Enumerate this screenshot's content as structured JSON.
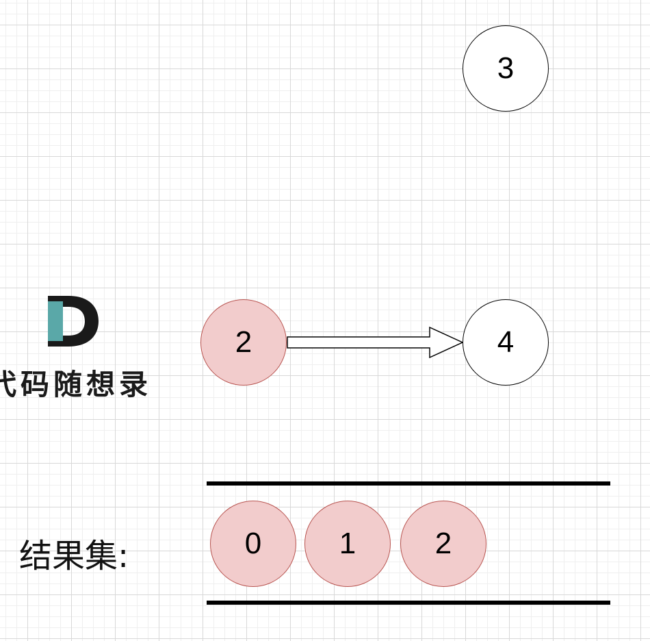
{
  "graph": {
    "nodes": [
      {
        "id": "node-3",
        "label": "3",
        "state": "unvisited"
      },
      {
        "id": "node-4",
        "label": "4",
        "state": "unvisited"
      },
      {
        "id": "node-2",
        "label": "2",
        "state": "visited"
      }
    ],
    "edges": [
      {
        "from": "2",
        "to": "4"
      }
    ]
  },
  "result": {
    "label": "结果集:",
    "items": [
      "0",
      "1",
      "2"
    ]
  },
  "watermark": {
    "logo_letter": "D",
    "text": "代码随想录"
  },
  "colors": {
    "visited_fill": "#f2cccc",
    "visited_stroke": "#b85450",
    "unvisited_fill": "#ffffff",
    "logo_teal": "#5aa8a8"
  }
}
